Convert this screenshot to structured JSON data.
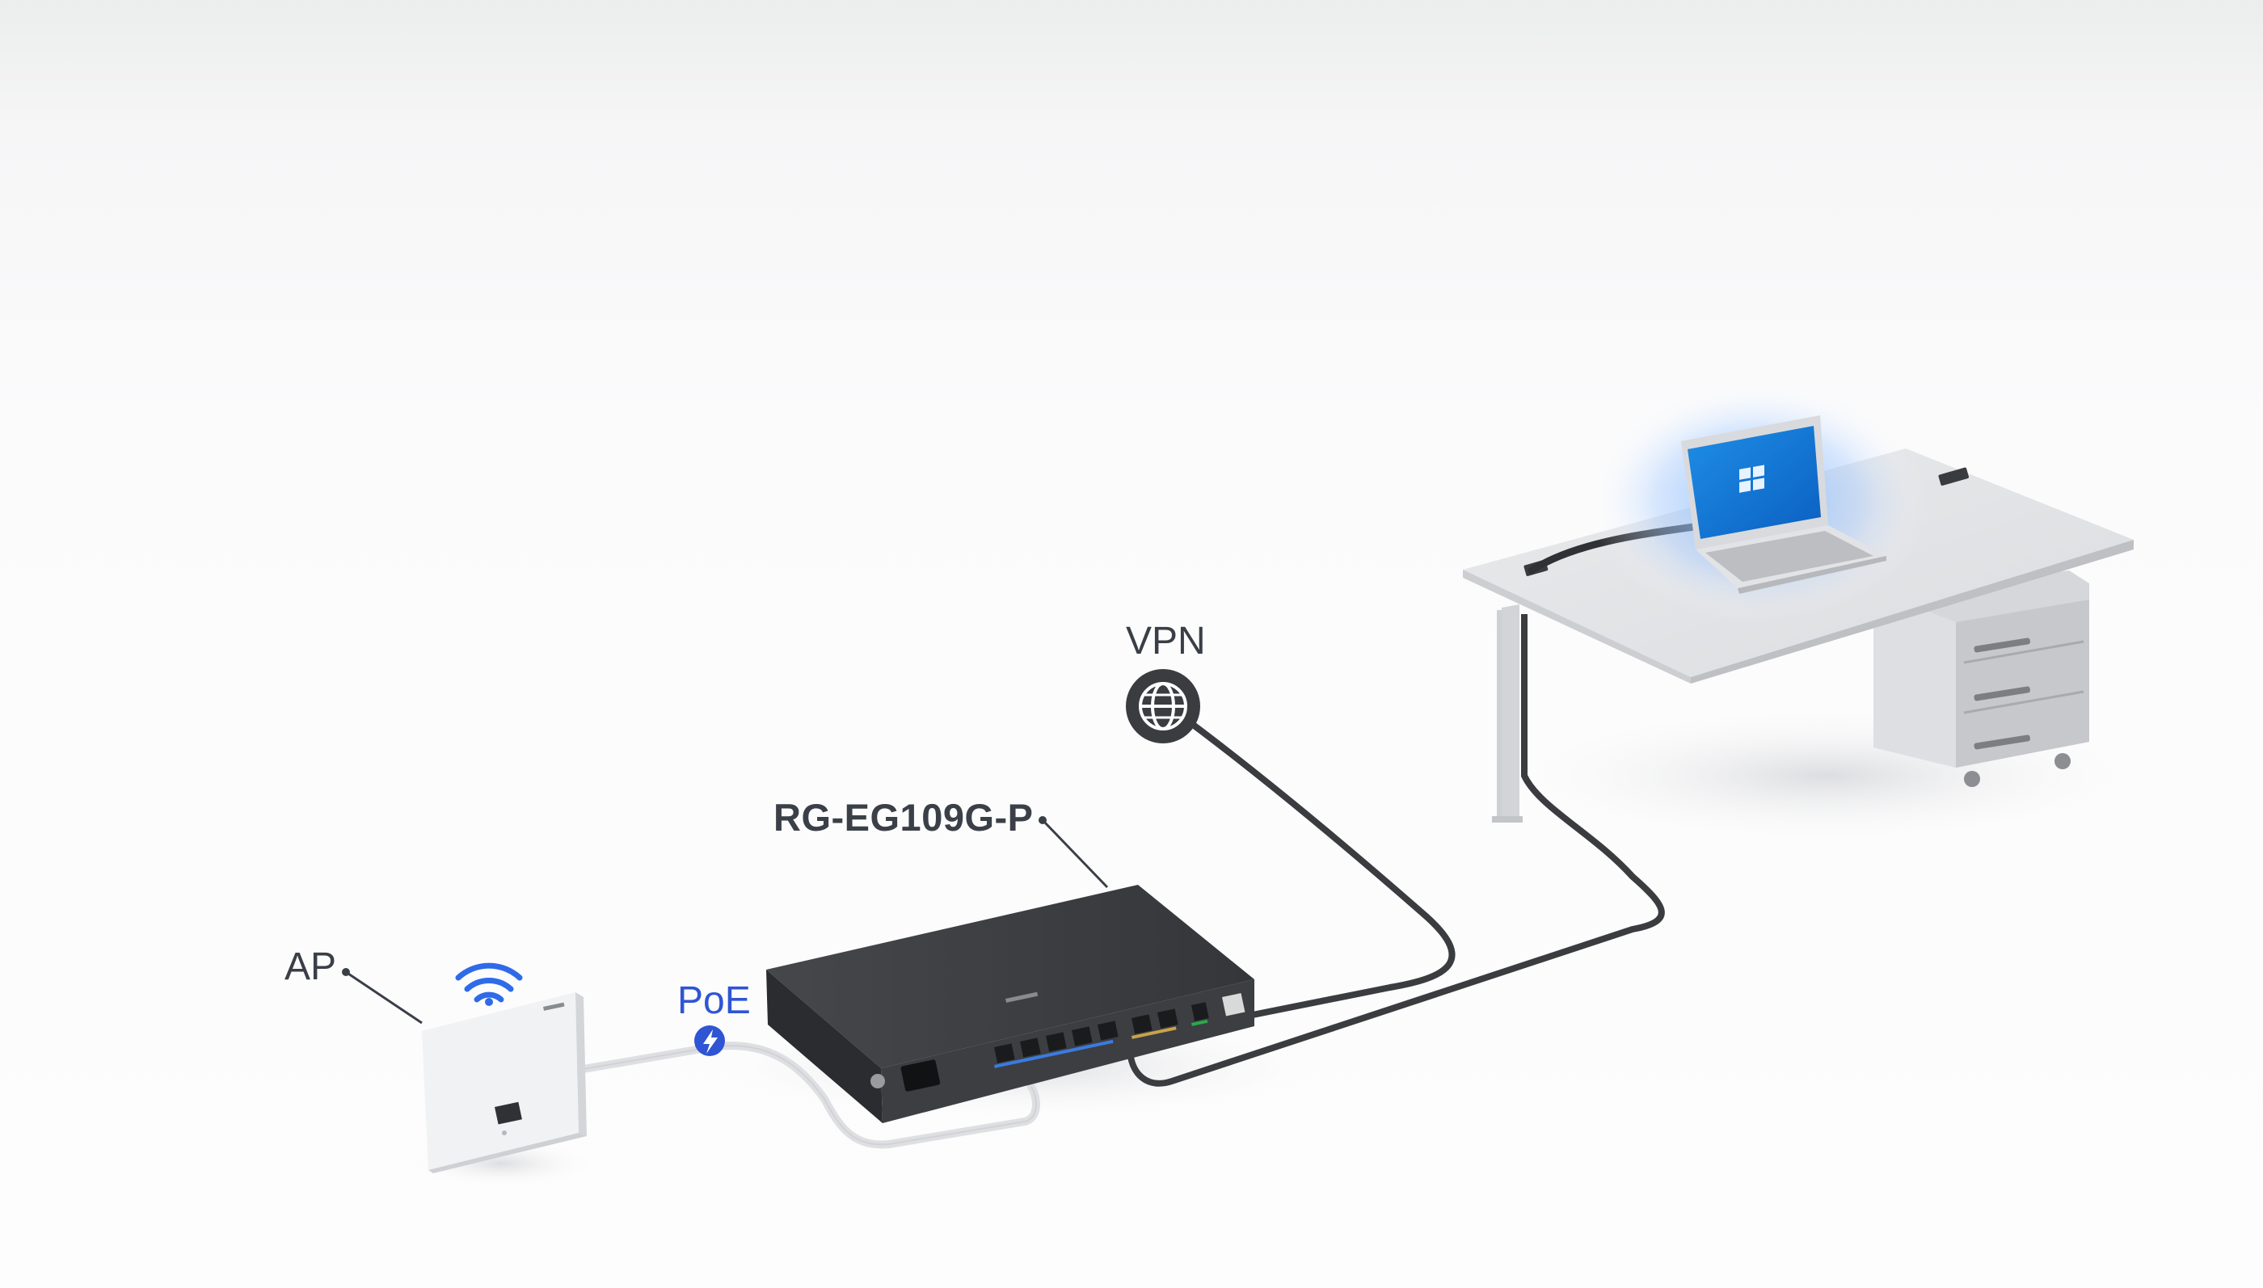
{
  "labels": {
    "ap": "AP",
    "poe": "PoE",
    "vpn": "VPN",
    "model": "RG-EG109G-P"
  },
  "icons": {
    "wifi": "wifi-icon",
    "poe": "lightning-bolt-icon",
    "vpn": "globe-icon",
    "os_logo": "windows-logo-icon"
  },
  "colors": {
    "accent_blue": "#2f6be8",
    "poe_blue": "#2f55d4",
    "label_gray": "#3a3f47",
    "device_dark": "#3a3c40",
    "port_green": "#2aa84a",
    "port_amber": "#c9a24b",
    "port_blue": "#3a7be0"
  }
}
